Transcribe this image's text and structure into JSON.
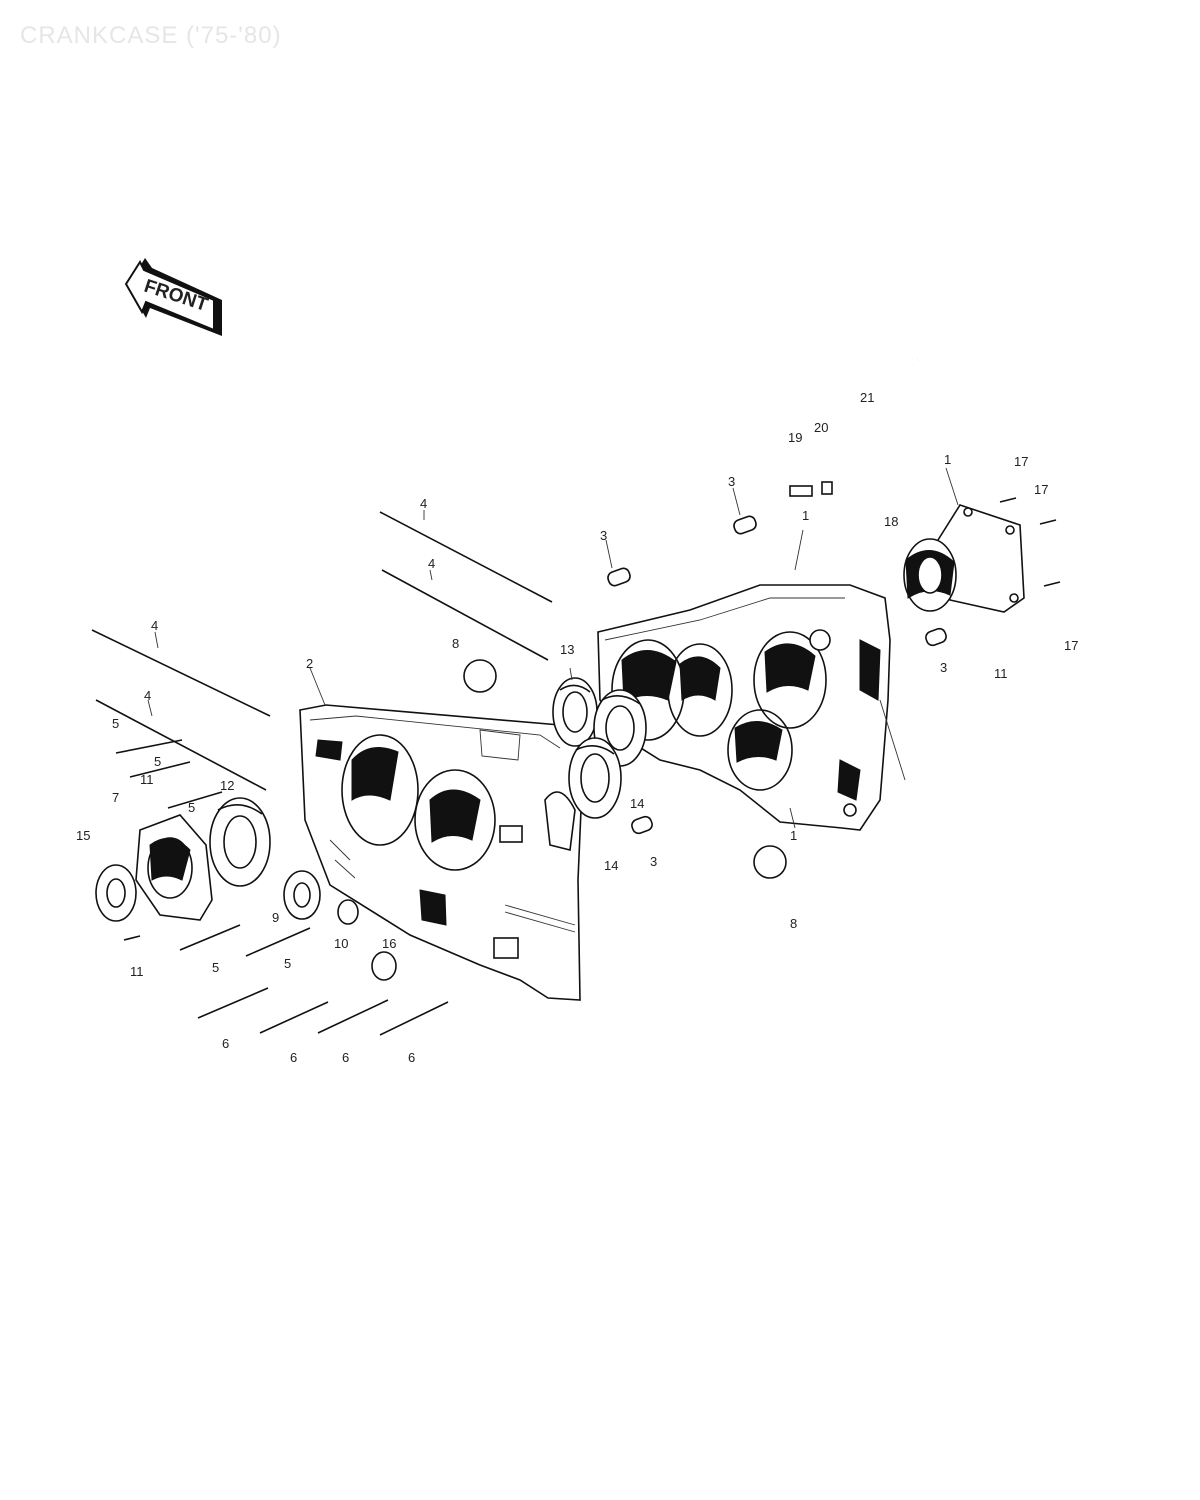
{
  "title": "CRANKCASE ('75-'80)",
  "front_badge": "FRONT",
  "colors": {
    "ink": "#111111",
    "title_faded": "#e6e6e6",
    "background": "#ffffff"
  },
  "labels": [
    {
      "id": "l1a",
      "text": "1"
    },
    {
      "id": "l1b",
      "text": "1"
    },
    {
      "id": "l1c",
      "text": "1"
    },
    {
      "id": "l2",
      "text": "2"
    },
    {
      "id": "l3a",
      "text": "3"
    },
    {
      "id": "l3b",
      "text": "3"
    },
    {
      "id": "l3c",
      "text": "3"
    },
    {
      "id": "l3d",
      "text": "3"
    },
    {
      "id": "l4a",
      "text": "4"
    },
    {
      "id": "l4b",
      "text": "4"
    },
    {
      "id": "l4c",
      "text": "4"
    },
    {
      "id": "l4d",
      "text": "4"
    },
    {
      "id": "l5a",
      "text": "5"
    },
    {
      "id": "l5b",
      "text": "5"
    },
    {
      "id": "l5c",
      "text": "5"
    },
    {
      "id": "l5d",
      "text": "5"
    },
    {
      "id": "l5e",
      "text": "5"
    },
    {
      "id": "l6a",
      "text": "6"
    },
    {
      "id": "l6b",
      "text": "6"
    },
    {
      "id": "l6c",
      "text": "6"
    },
    {
      "id": "l6d",
      "text": "6"
    },
    {
      "id": "l7",
      "text": "7"
    },
    {
      "id": "l8a",
      "text": "8"
    },
    {
      "id": "l8b",
      "text": "8"
    },
    {
      "id": "l9",
      "text": "9"
    },
    {
      "id": "l10",
      "text": "10"
    },
    {
      "id": "l11a",
      "text": "11"
    },
    {
      "id": "l11b",
      "text": "11"
    },
    {
      "id": "l11c",
      "text": "11"
    },
    {
      "id": "l12",
      "text": "12"
    },
    {
      "id": "l13",
      "text": "13"
    },
    {
      "id": "l14a",
      "text": "14"
    },
    {
      "id": "l14b",
      "text": "14"
    },
    {
      "id": "l15",
      "text": "15"
    },
    {
      "id": "l16",
      "text": "16"
    },
    {
      "id": "l17a",
      "text": "17"
    },
    {
      "id": "l17b",
      "text": "17"
    },
    {
      "id": "l17c",
      "text": "17"
    },
    {
      "id": "l18",
      "text": "18"
    },
    {
      "id": "l19",
      "text": "19"
    },
    {
      "id": "l20",
      "text": "20"
    },
    {
      "id": "l21",
      "text": "21"
    }
  ]
}
